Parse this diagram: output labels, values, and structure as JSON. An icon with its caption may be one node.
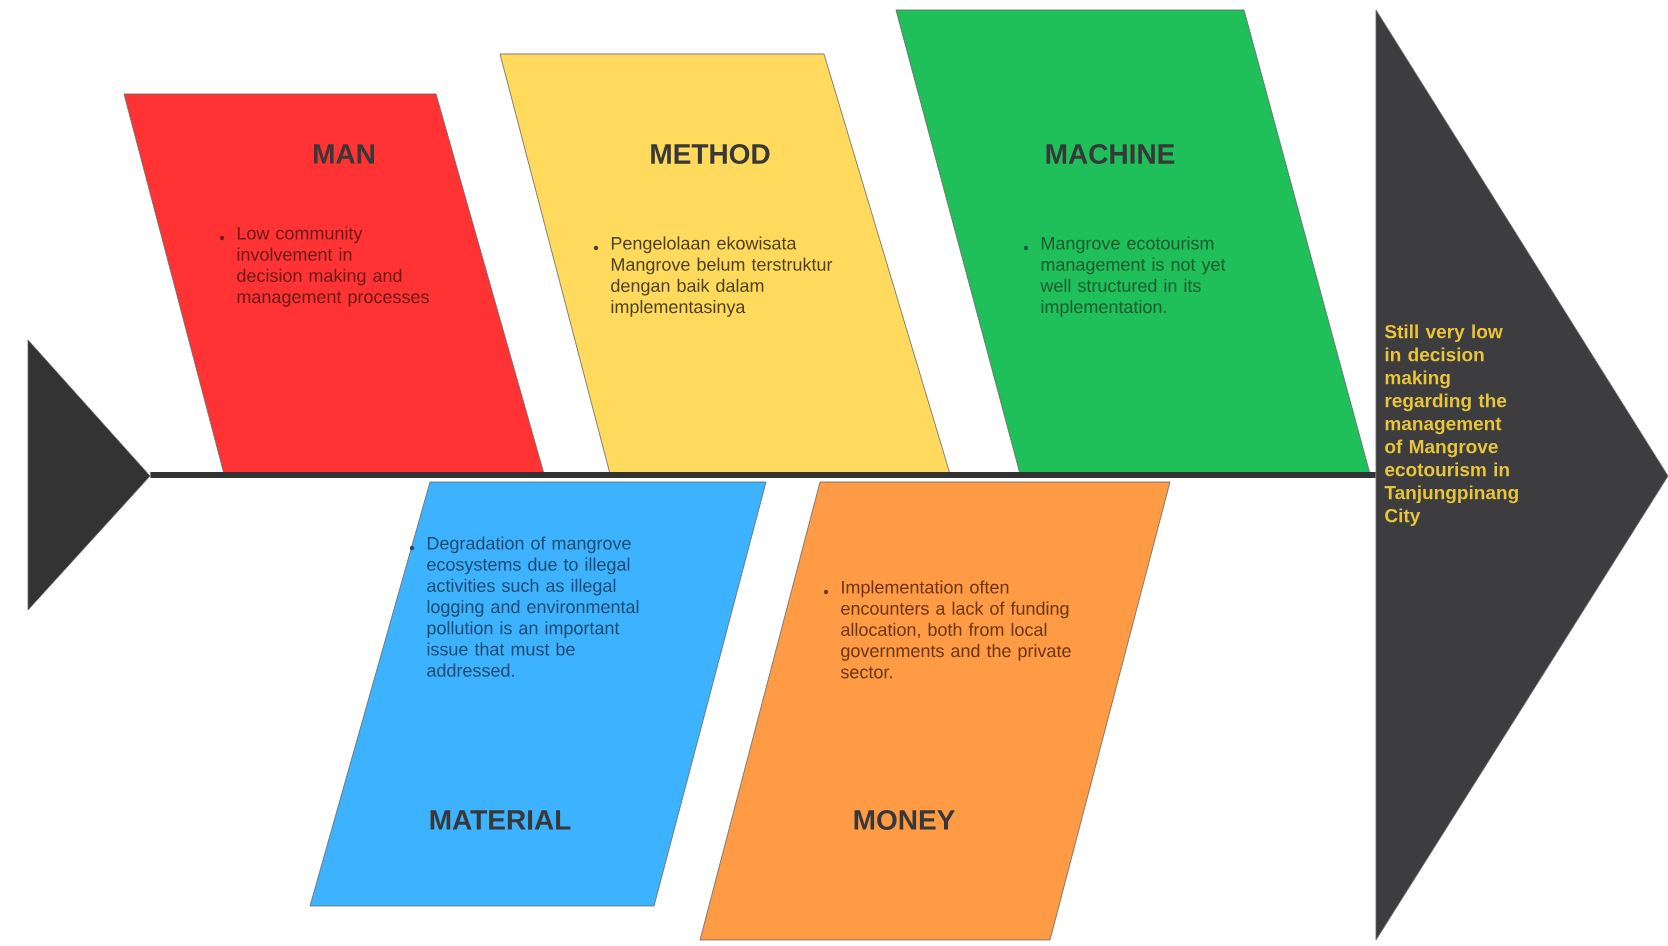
{
  "diagram": {
    "nodes": [
      {
        "text": [],
        "shape": "triangle"
      },
      {
        "text": [
          "MAN",
          "Low community involvement in decision making and management processes"
        ]
      },
      {
        "text": [
          "METHOD",
          "Pengelolaan ekowisata Mangrove belum terstruktur dengan baik dalam implementasinya"
        ]
      },
      {
        "text": [
          "MACHINE",
          "Mangrove ecotourism management is not yet well structured in its implementation."
        ]
      },
      {
        "text": [
          "Degradation of mangrove ecosystems due to illegal activities such as illegal logging and environmental pollution is an important issue that must be addressed.",
          "MATERIAL"
        ]
      },
      {
        "text": [
          "Implementation often encounters a lack of funding allocation, both from local governments and the private sector.",
          "MONEY"
        ]
      },
      {
        "text": [
          "Still very low in decision making regarding the management of Mangrove ecotourism in Tanjungpinang City"
        ]
      }
    ],
    "edges": [
      {
        "from": 0,
        "to": 6,
        "arrow": "none"
      }
    ]
  }
}
